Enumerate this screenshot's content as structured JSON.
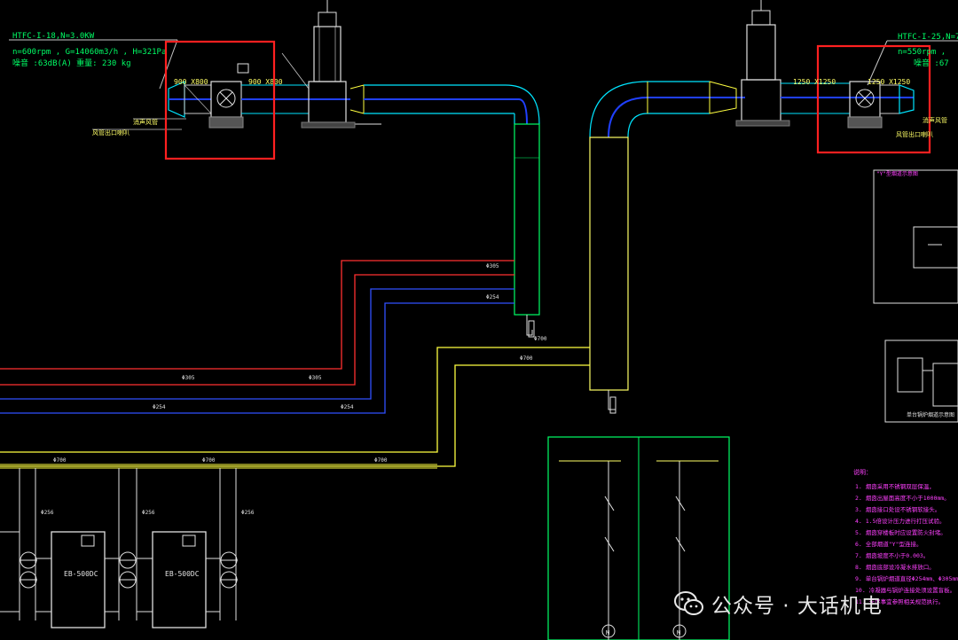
{
  "fan_left": {
    "model": "HTFC-I-18,N=3.0KW",
    "params": "n=600rpm , G=14060m3/h , H=321Pa",
    "noise_weight": "噪音 :63dB(A) 重量:    230 kg",
    "duct_in": "900 X800",
    "duct_out": "900 X800",
    "label_silencer": "消声风管",
    "label_outlet": "风管出口喇叭"
  },
  "fan_right": {
    "model": "HTFC-I-25,N=7",
    "params": "n=550rpm ,",
    "noise": "噪音 :67",
    "duct_in": "1250 X1250",
    "duct_out": "1250 X1250",
    "label_silencer": "消声风管",
    "label_outlet": "风管出口喇叭"
  },
  "pipes": {
    "d305": "Φ305",
    "d254": "Φ254",
    "d700": "Φ700",
    "d256": "Φ256"
  },
  "boilers": [
    {
      "label": "EB-500DC"
    },
    {
      "label": "EB-500DC"
    }
  ],
  "notes_title": "说明：",
  "notes": [
    "1. 烟囱采用不锈钢双层保温，",
    "2. 烟囱出屋面高度不小于1000mm。",
    "3. 烟囱接口处设不锈钢软接头。",
    "4. 1.5倍设计压力进行打压试验。",
    "5. 烟囱穿楼板时应设置防火封堵。",
    "6. 全部烟道\"Y\"型连接。",
    "7. 烟囱坡度不小于0.003。",
    "8. 烟囱底部设冷凝水排放口。",
    "9. 单台锅炉烟道直径Φ254mm、Φ305mm",
    "10. 冷凝器与锅炉连接处须设置盲板。",
    "11. 未尽事宜参照相关规范执行。"
  ],
  "panel_title": "单台锅炉烟道示意图",
  "plan_title": "\"Y\"型烟道示意图",
  "watermark": "公众号 · 大话机电"
}
